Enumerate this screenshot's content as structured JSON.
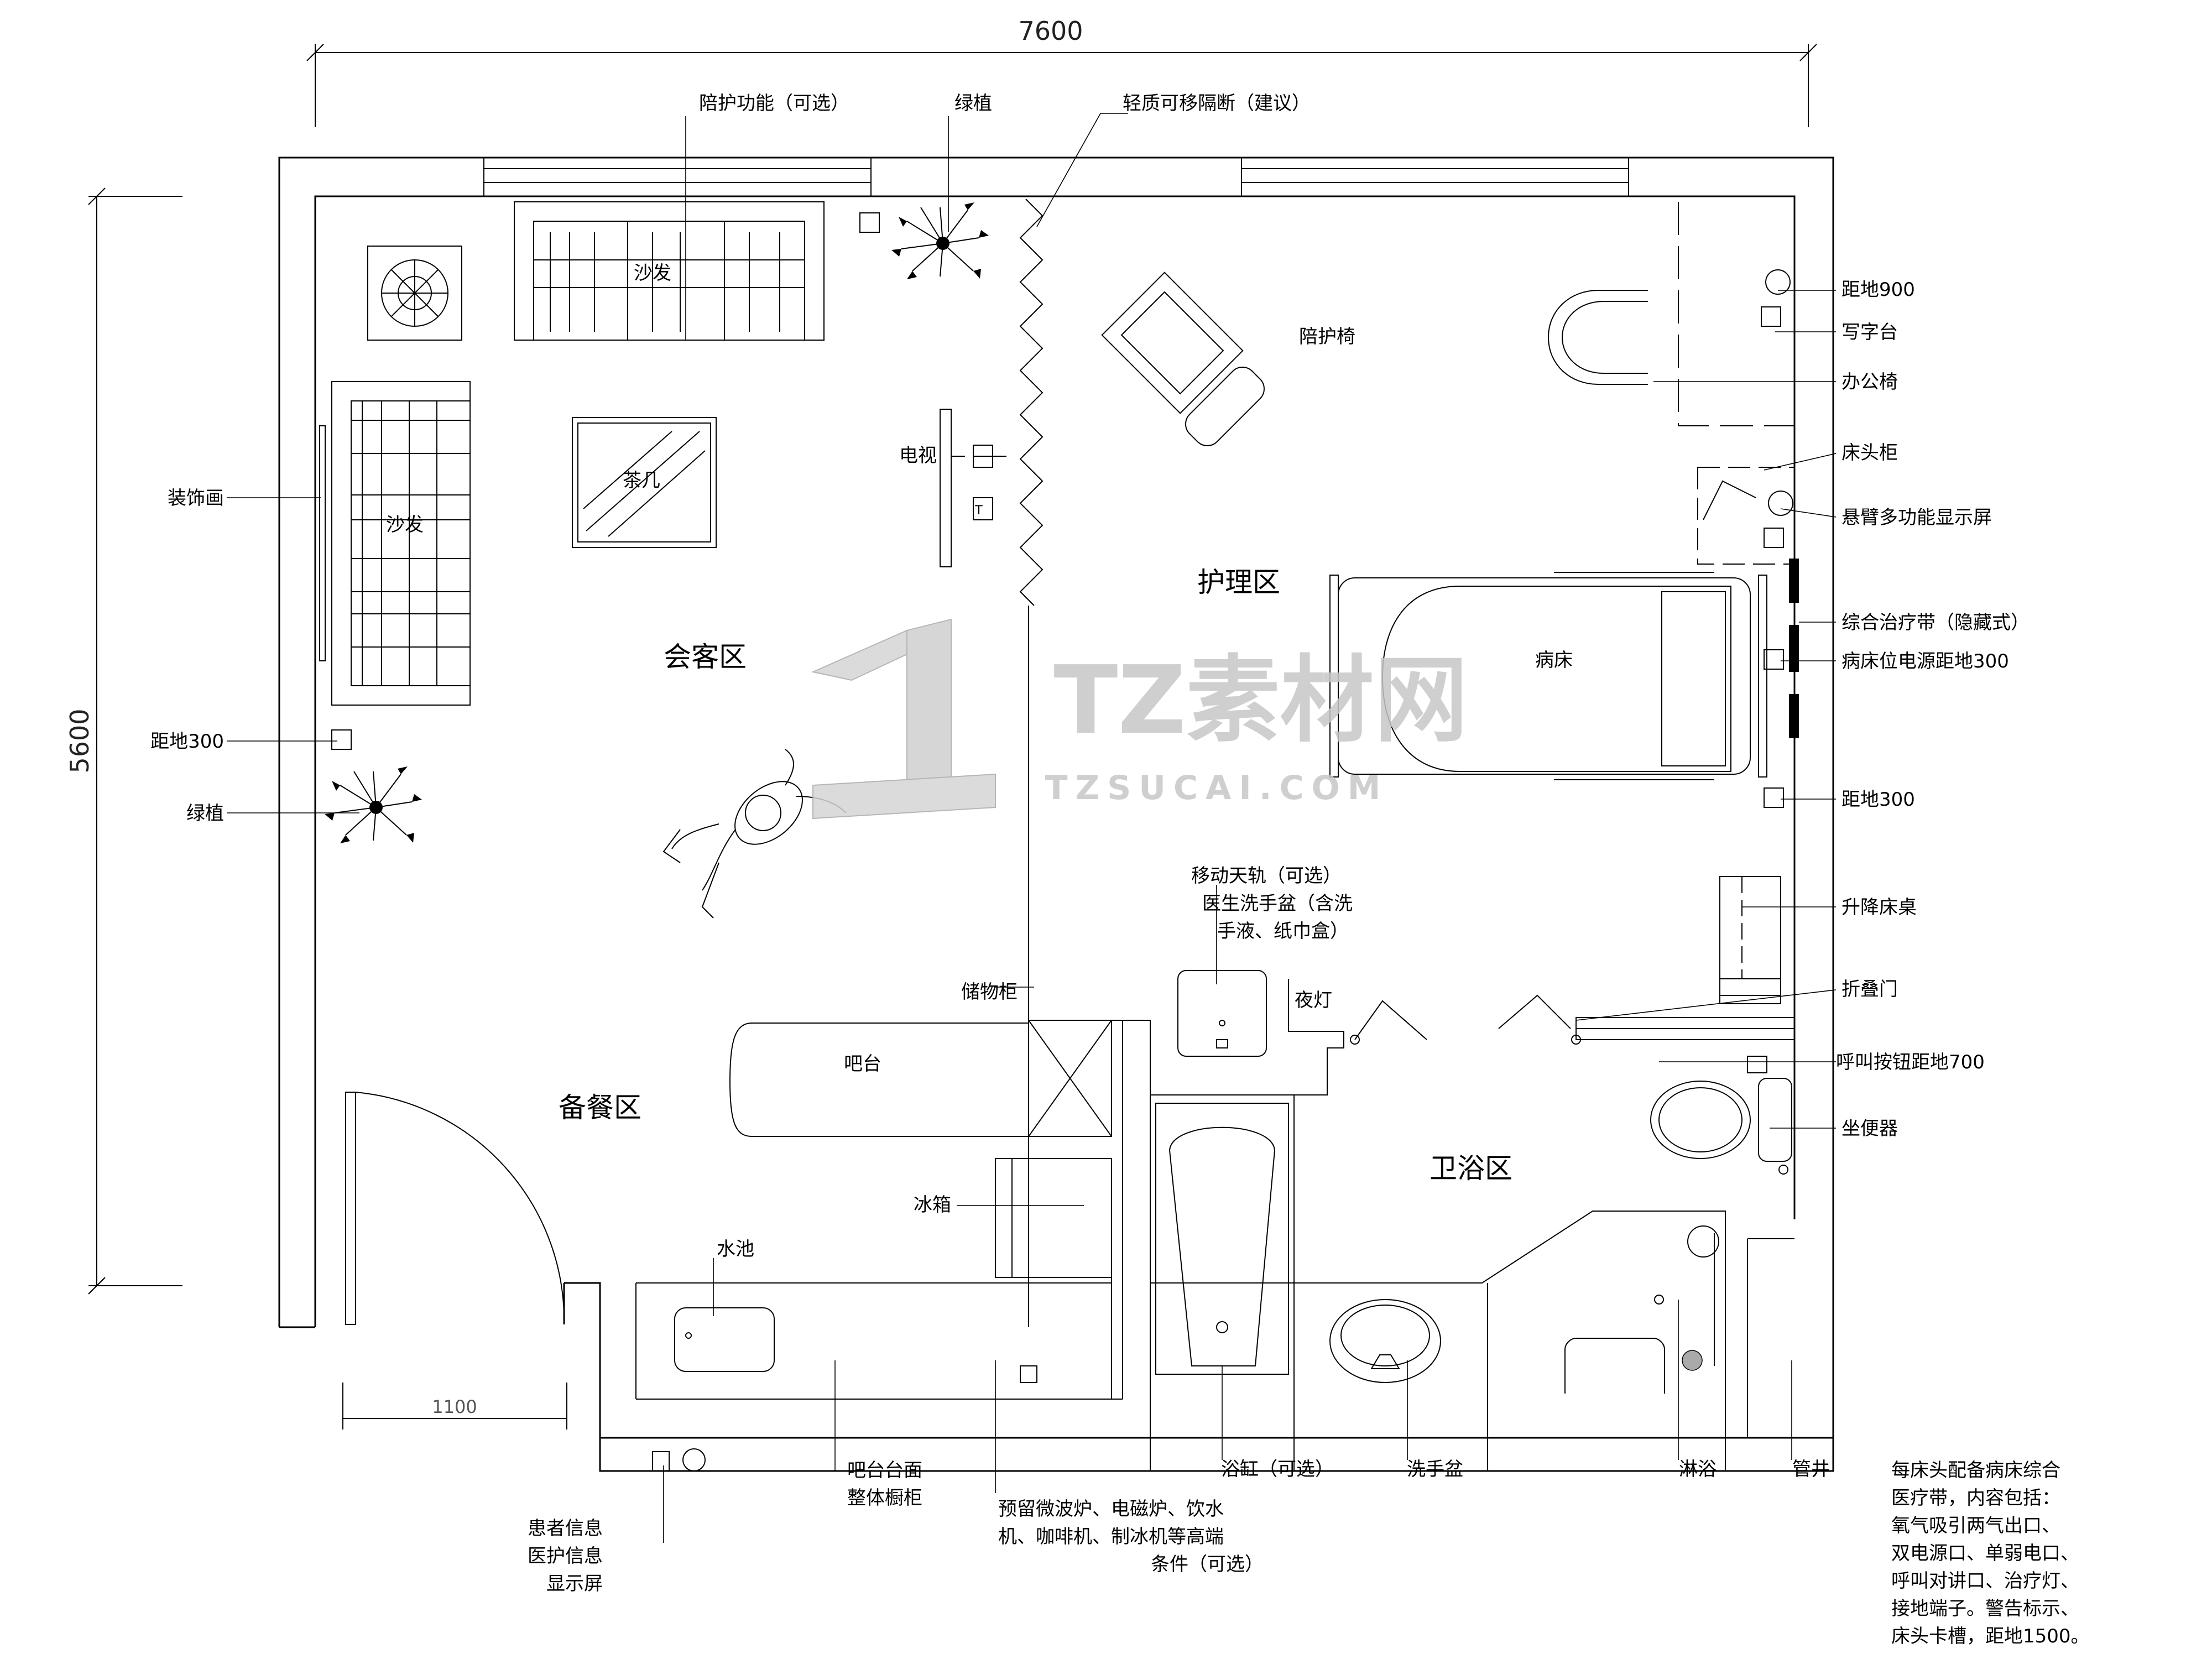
{
  "dimensions": {
    "width_label": "7600",
    "height_label": "5600",
    "door_label": "1100"
  },
  "zones": {
    "living": "会客区",
    "care": "护理区",
    "dining": "备餐区",
    "bath": "卫浴区"
  },
  "furniture": {
    "sofa_top": "沙发",
    "sofa_left": "沙发",
    "coffee_table": "茶几",
    "tv": "电视",
    "companion_chair": "陪护椅",
    "hospital_bed": "病床",
    "bar": "吧台",
    "storage": "储物柜",
    "fridge": "冰箱",
    "sink": "水池",
    "night_light": "夜灯"
  },
  "callouts_top": {
    "companion_function": "陪护功能（可选）",
    "plant_top": "绿植",
    "partition": "轻质可移隔断（建议）"
  },
  "callouts_left": {
    "decor_painting": "装饰画",
    "height_300_left": "距地300",
    "plant_left": "绿植"
  },
  "callouts_right": {
    "height_900": "距地900",
    "writing_desk": "写字台",
    "office_chair": "办公椅",
    "bedside_cabinet": "床头柜",
    "cantilever_display": "悬臂多功能显示屏",
    "medical_belt": "综合治疗带（隐藏式）",
    "bed_power": "病床位电源距地300",
    "height_300_right": "距地300",
    "lift_table": "升降床桌",
    "folding_door": "折叠门",
    "call_button": "呼叫按钮距地700",
    "toilet": "坐便器"
  },
  "callouts_center": {
    "sky_rail": "移动天轨（可选）",
    "doctor_basin_l1": "医生洗手盆（含洗",
    "doctor_basin_l2": "手液、纸巾盒）"
  },
  "callouts_bottom": {
    "patient_info_l1": "患者信息",
    "patient_info_l2": "医护信息",
    "patient_info_l3": "显示屏",
    "bar_counter_l1": "吧台台面",
    "bar_counter_l2": "整体橱柜",
    "appliances_l1": "预留微波炉、电磁炉、饮水",
    "appliances_l2": "机、咖啡机、制冰机等高端",
    "appliances_l3": "条件（可选）",
    "bathtub": "浴缸（可选）",
    "wash_basin": "洗手盆",
    "shower": "淋浴",
    "pipe_shaft": "管井"
  },
  "note_lines": [
    "每床头配备病床综合",
    "医疗带，内容包括：",
    "氧气吸引两气出口、",
    "双电源口、单弱电口、",
    "呼叫对讲口、治疗灯、",
    "接地端子。警告标示、",
    "床头卡槽，距地1500。"
  ],
  "watermark": {
    "main": "TZ素材网",
    "sub": "TZSUCAI.COM"
  }
}
